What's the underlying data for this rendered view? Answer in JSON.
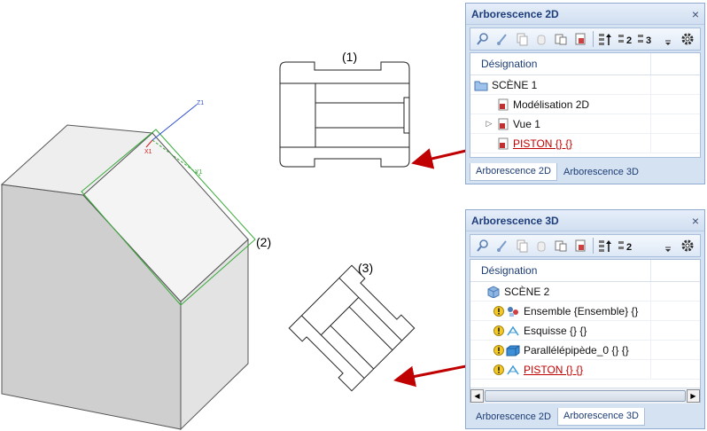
{
  "labels": {
    "fig1": "(1)",
    "fig2": "(2)",
    "fig3": "(3)"
  },
  "axes": {
    "z": "Z1",
    "x": "X1",
    "y": "Y1"
  },
  "panel2d": {
    "title": "Arborescence 2D",
    "close": "×",
    "column": "Désignation",
    "items": [
      {
        "label": "SCÈNE 1"
      },
      {
        "label": "Modélisation 2D"
      },
      {
        "label": "Vue 1"
      },
      {
        "label": "PISTON {} {}"
      }
    ],
    "tabs": [
      "Arborescence 2D",
      "Arborescence 3D"
    ]
  },
  "panel3d": {
    "title": "Arborescence 3D",
    "close": "×",
    "column": "Désignation",
    "items": [
      {
        "label": "SCÈNE 2"
      },
      {
        "label": "Ensemble  {Ensemble} {}"
      },
      {
        "label": "Esquisse {} {}"
      },
      {
        "label": "Parallélépipède_0 {} {}"
      },
      {
        "label": "PISTON {} {}"
      }
    ],
    "tabs": [
      "Arborescence 2D",
      "Arborescence 3D"
    ]
  },
  "colors": {
    "arrow": "#c00000",
    "link": "#c00000",
    "accent": "#1e3e7b"
  }
}
